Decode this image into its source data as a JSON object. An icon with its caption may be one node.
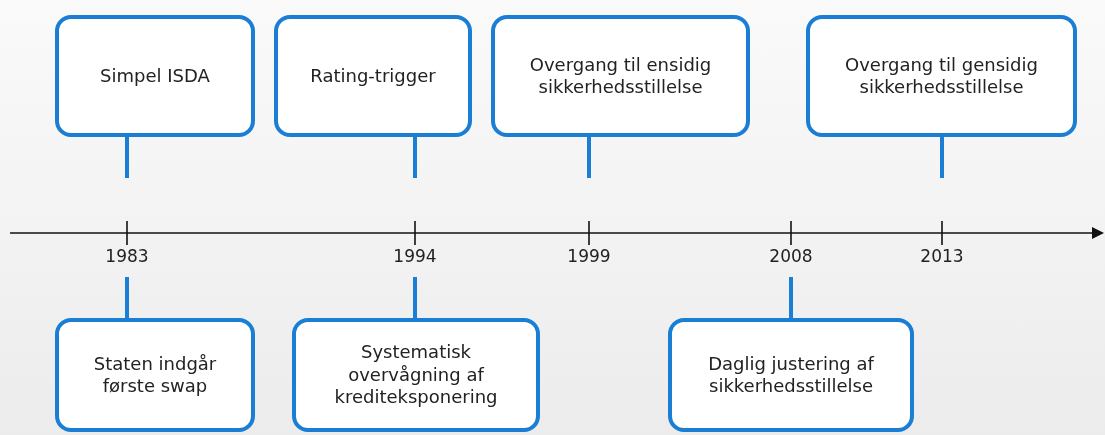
{
  "diagram": {
    "nodes": [
      {
        "text": [
          "Simpel ISDA"
        ]
      },
      {
        "text": [
          "Rating-trigger"
        ]
      },
      {
        "text": [
          "Overgang til ensidig sikkerhedsstillelse"
        ]
      },
      {
        "text": [
          "Overgang til gensidig sikkerhedsstillelse"
        ]
      },
      {
        "text": [
          "1983"
        ]
      },
      {
        "text": [
          "1994"
        ]
      },
      {
        "text": [
          "1999"
        ]
      },
      {
        "text": [
          "2008"
        ]
      },
      {
        "text": [
          "2013"
        ]
      },
      {
        "text": [
          "Staten indgår første swap"
        ]
      },
      {
        "text": [
          "Systematisk overvågning af krediteksponering"
        ]
      },
      {
        "text": [
          "Daglig justering af sikkerhedsstillelse"
        ]
      }
    ],
    "edges": [
      {
        "from": 0,
        "to": 4,
        "arrow": "none"
      },
      {
        "from": 1,
        "to": 5,
        "arrow": "none"
      },
      {
        "from": 2,
        "to": 6,
        "arrow": "none"
      },
      {
        "from": 3,
        "to": 8,
        "arrow": "none"
      },
      {
        "from": 9,
        "to": 4,
        "arrow": "none"
      },
      {
        "from": 10,
        "to": 5,
        "arrow": "none"
      },
      {
        "from": 11,
        "to": 7,
        "arrow": "none"
      }
    ]
  }
}
